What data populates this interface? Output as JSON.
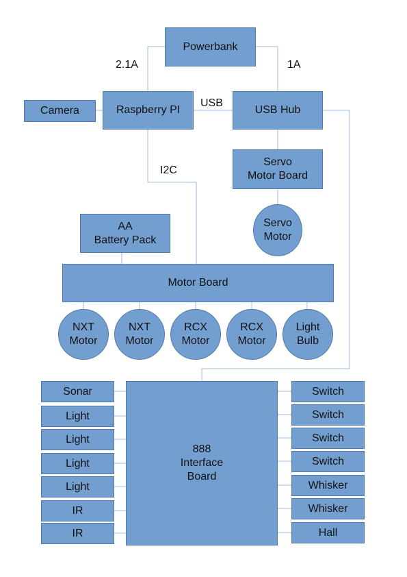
{
  "nodes": {
    "powerbank": "Powerbank",
    "camera": "Camera",
    "raspberry_pi": "Raspberry PI",
    "usb_hub": "USB Hub",
    "servo_board": "Servo\nMotor Board",
    "servo_motor": "Servo\nMotor",
    "battery_pack": "AA\nBattery Pack",
    "motor_board": "Motor Board",
    "interface_board": "888\nInterface\nBoard"
  },
  "motors": [
    "NXT\nMotor",
    "NXT\nMotor",
    "RCX\nMotor",
    "RCX\nMotor",
    "Light\nBulb"
  ],
  "left_sensors": [
    "Sonar",
    "Light",
    "Light",
    "Light",
    "Light",
    "IR",
    "IR"
  ],
  "right_sensors": [
    "Switch",
    "Switch",
    "Switch",
    "Switch",
    "Whisker",
    "Whisker",
    "Hall"
  ],
  "edge_labels": {
    "pi_current": "2.1A",
    "hub_current": "1A",
    "usb": "USB",
    "i2c": "I2C"
  },
  "colors": {
    "box_fill": "#729fcf",
    "box_border": "#4f79a8",
    "wire": "#9db9dd"
  }
}
